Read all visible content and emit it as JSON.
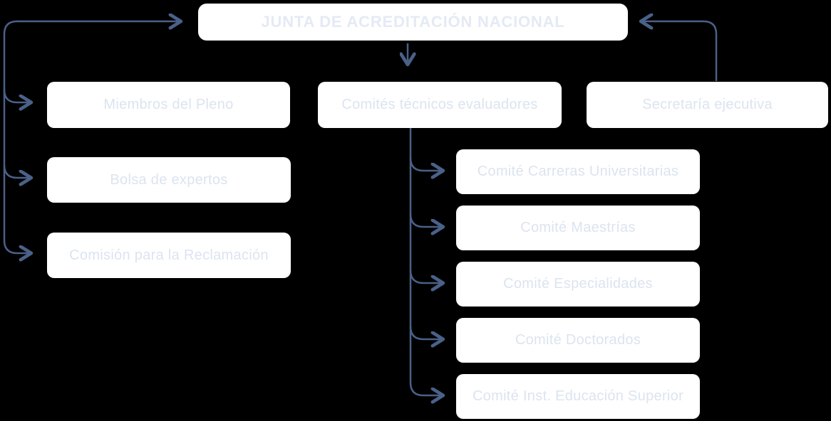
{
  "title": {
    "label": "JUNTA DE ACREDITACIÓN NACIONAL"
  },
  "nodes": {
    "left": [
      {
        "label": "Miembros del Pleno"
      },
      {
        "label": "Bolsa de expertos"
      },
      {
        "label": "Comisión para la Reclamación"
      }
    ],
    "middle": {
      "label": "Comités técnicos evaluadores"
    },
    "right": {
      "label": "Secretaría ejecutiva"
    },
    "committees": [
      {
        "label": "Comité Carreras Universitarias"
      },
      {
        "label": "Comité Maestrías"
      },
      {
        "label": "Comité Especialidades"
      },
      {
        "label": "Comité Doctorados"
      },
      {
        "label": "Comité Inst. Educación Superior"
      }
    ]
  },
  "edges": [
    {
      "from": "junta-de-acreditacion-nacional",
      "to": "comites-tecnicos-evaluadores",
      "arrow": "down"
    },
    {
      "from": "left-rail",
      "to": "junta-de-acreditacion-nacional",
      "arrow": "right"
    },
    {
      "from": "left-rail",
      "to": "miembros-del-pleno",
      "arrow": "right"
    },
    {
      "from": "left-rail",
      "to": "bolsa-de-expertos",
      "arrow": "right"
    },
    {
      "from": "left-rail",
      "to": "comision-para-la-reclamacion",
      "arrow": "right"
    },
    {
      "from": "secretaria-ejecutiva",
      "to": "junta-de-acreditacion-nacional",
      "arrow": "left"
    },
    {
      "from": "comites-tecnicos-evaluadores",
      "to": "comite-carreras-universitarias",
      "arrow": "right"
    },
    {
      "from": "comites-tecnicos-evaluadores",
      "to": "comite-maestrias",
      "arrow": "right"
    },
    {
      "from": "comites-tecnicos-evaluadores",
      "to": "comite-especialidades",
      "arrow": "right"
    },
    {
      "from": "comites-tecnicos-evaluadores",
      "to": "comite-doctorados",
      "arrow": "right"
    },
    {
      "from": "comites-tecnicos-evaluadores",
      "to": "comite-inst-educacion-superior",
      "arrow": "right"
    }
  ],
  "colors": {
    "background": "#000000",
    "node_fill": "#ffffff",
    "node_text": "#dce4f0",
    "title_text": "#e4eaf5",
    "connector": "#4a6188"
  }
}
